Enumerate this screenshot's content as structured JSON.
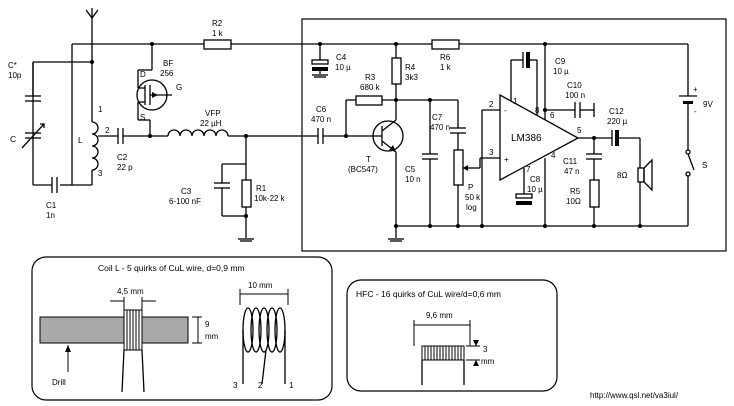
{
  "labels": {
    "c_star": "C*",
    "c_star_value": "10p",
    "c_var": "C",
    "c1": "C1",
    "c1_value": "1n",
    "coil_l": "L",
    "pin1": "1",
    "pin2": "2",
    "pin3": "3",
    "fet": "BF",
    "fet_value": "256",
    "fet_d": "D",
    "fet_g": "G",
    "fet_s": "S",
    "r2": "R2",
    "r2_value": "1 k",
    "c2": "C2",
    "c2_value": "22 p",
    "vfp": "VFP",
    "vfp_value": "22 µH",
    "c3": "C3",
    "c3_value": "6-100 nF",
    "r1": "R1",
    "r1_value": "10k-22 k",
    "c4": "C4",
    "c4_value": "10 µ",
    "r3": "R3",
    "r3_value": "680 k",
    "r4": "R4",
    "r4_value": "3k3",
    "r6": "R6",
    "r6_value": "1 k",
    "c6": "C6",
    "c6_value": "470 n",
    "transistor": "T",
    "transistor_value": "(BC547)",
    "c5": "C5",
    "c5_value": "10 n",
    "c7": "C7",
    "c7_value": "470 n",
    "pot": "P",
    "pot_value": "50 k",
    "pot_type": "log",
    "ic": "LM386",
    "ic_pin1": "1",
    "ic_pin2": "2",
    "ic_pin3": "3",
    "ic_pin4": "4",
    "ic_pin5": "5",
    "ic_pin6": "6",
    "ic_pin7": "7",
    "ic_pin8": "8",
    "c8": "C8",
    "c8_value": "10 µ",
    "c9": "C9",
    "c9_value": "10 µ",
    "c10": "C10",
    "c10_value": "100 n",
    "c11": "C11",
    "c11_value": "47 n",
    "r5": "R5",
    "r5_value": "10Ω",
    "c12": "C12",
    "c12_value": "220 µ",
    "speaker": "8Ω",
    "battery": "9V",
    "switch": "S",
    "plus": "+",
    "minus": "-",
    "opamp_minus": "-",
    "opamp_plus": "+"
  },
  "coil_panel": {
    "title": "Coil L - 5 quirks of CuL wire, d=0,9 mm",
    "width_label": "4,5 mm",
    "length_label": "10 mm",
    "height_label": "9",
    "height_unit": "mm",
    "drill_label": "Drill",
    "pin3": "3",
    "pin2": "2",
    "pin1": "1"
  },
  "hfc_panel": {
    "title": "HFC - 16 quirks of CuL wire/d=0,6 mm",
    "width_label": "9,6 mm",
    "height_label": "3",
    "height_unit": "mm"
  },
  "footer": {
    "url": "http://www.qsl.net/va3iul/"
  }
}
